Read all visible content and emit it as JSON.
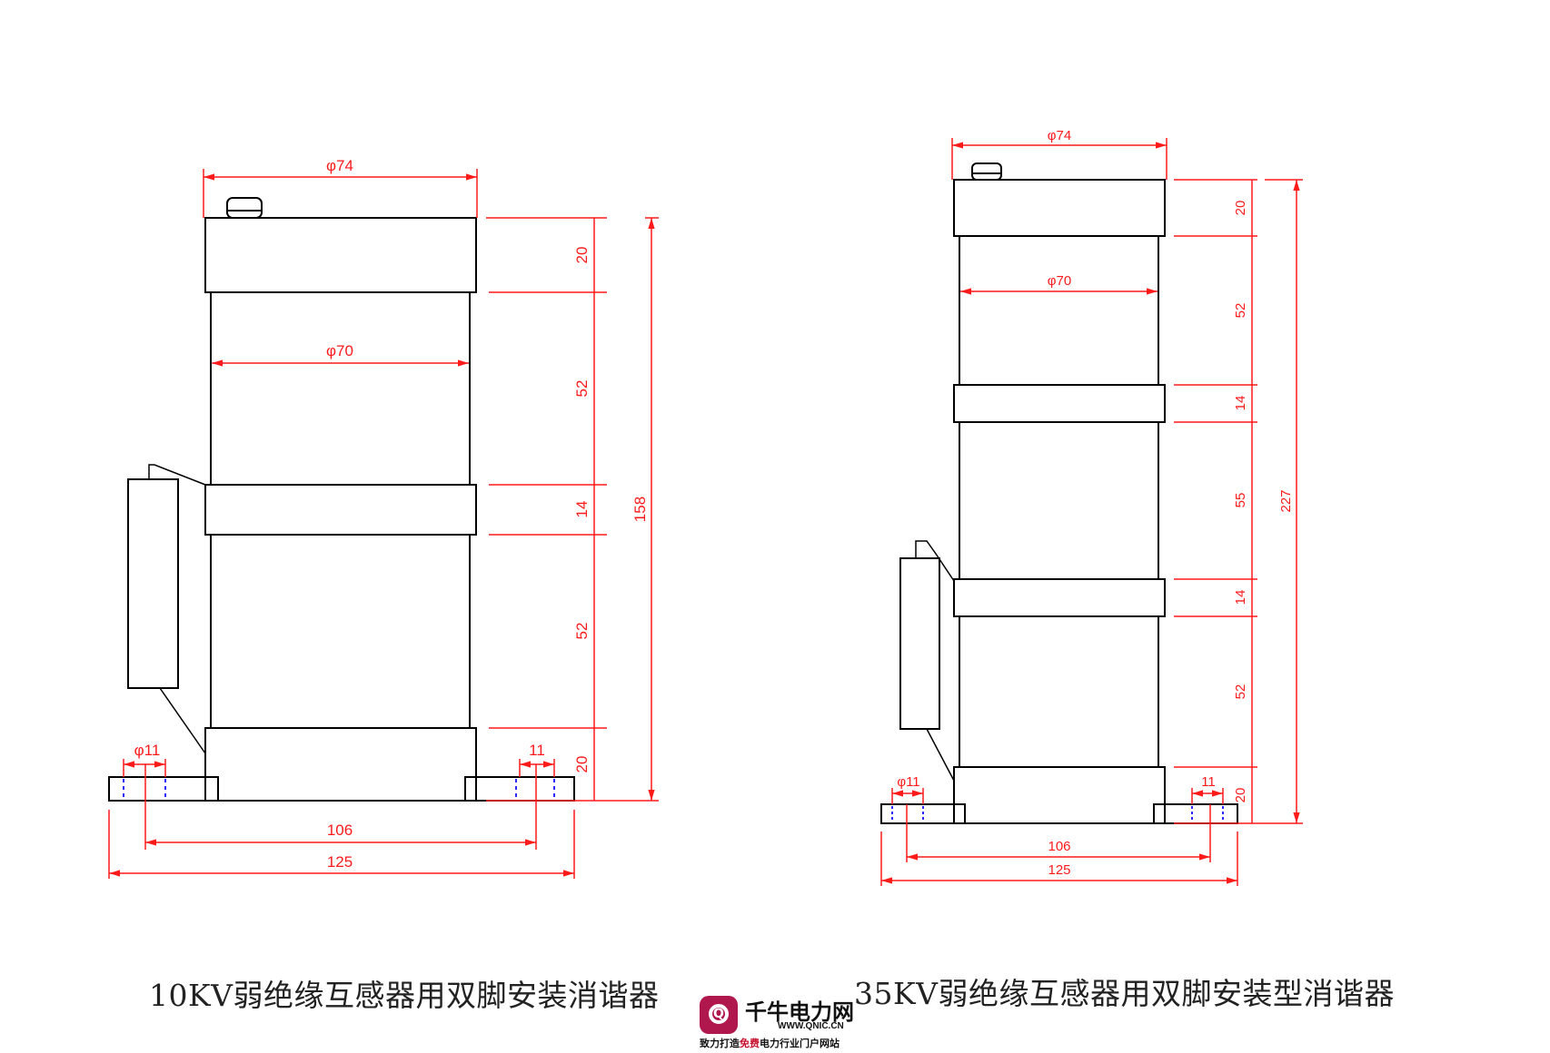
{
  "drawings": [
    {
      "id": "10kv",
      "caption": "10KV弱绝缘互感器用双脚安装消谐器",
      "dims": {
        "top_diameter": "φ74",
        "body_diameter": "φ70",
        "hole_diameter": "φ11",
        "hole_width": "11",
        "hole_spacing": "106",
        "base_length": "125",
        "total_height": "158",
        "segments": [
          "20",
          "52",
          "14",
          "52",
          "20"
        ]
      }
    },
    {
      "id": "35kv",
      "caption": "35KV弱绝缘互感器用双脚安装型消谐器",
      "dims": {
        "top_diameter": "φ74",
        "body_diameter": "φ70",
        "hole_diameter": "φ11",
        "hole_width": "11",
        "hole_spacing": "106",
        "base_length": "125",
        "total_height": "227",
        "segments": [
          "20",
          "52",
          "14",
          "55",
          "14",
          "52",
          "20"
        ]
      }
    }
  ],
  "logo": {
    "name": "千牛电力网",
    "url": "WWW.QNIC.CN",
    "slogan_pre": "致力打造",
    "slogan_free": "免费",
    "slogan_post": "电力行业门户网站"
  },
  "colors": {
    "outline": "#000000",
    "dimension": "#ff1a1a",
    "hidden_holes": "#2a2aff"
  }
}
